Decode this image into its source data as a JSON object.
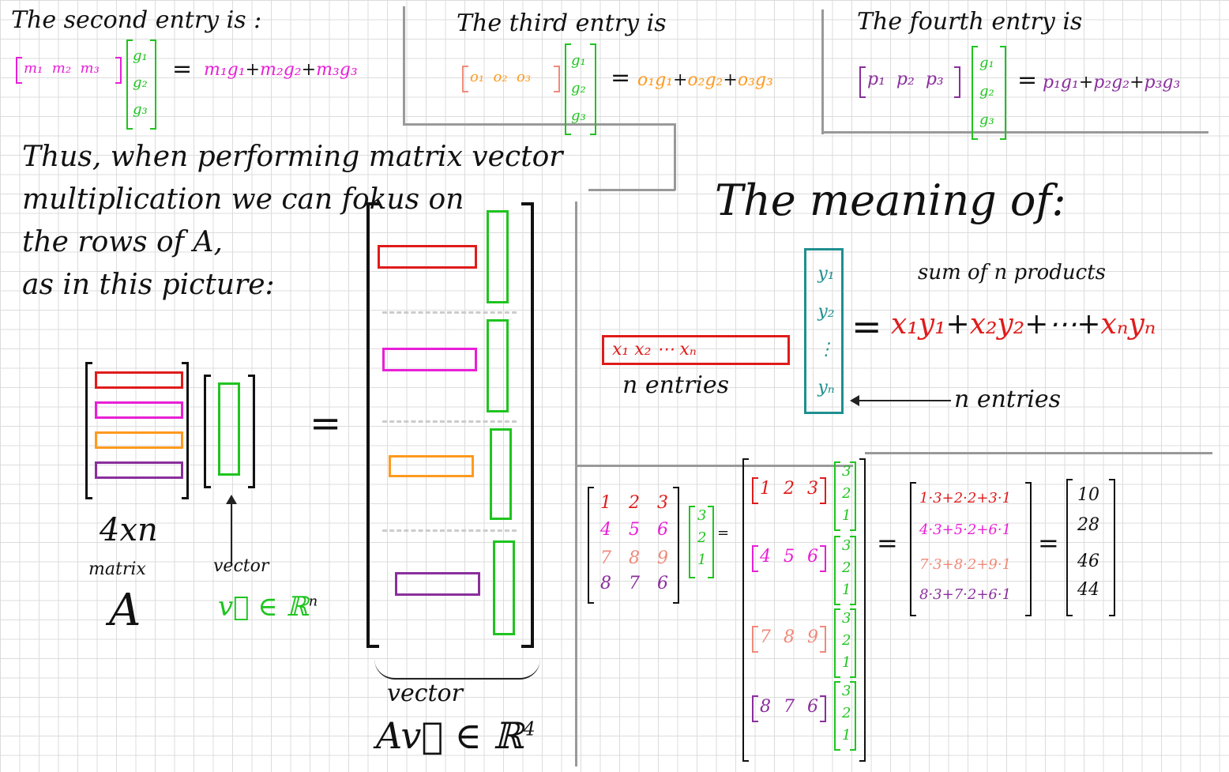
{
  "headings": {
    "second_entry": "The second entry is :",
    "third_entry": "The third entry is",
    "fourth_entry": "The fourth entry is",
    "meaning_of": "The meaning of:"
  },
  "entries": {
    "second": {
      "row": [
        "m₁",
        "m₂",
        "m₃"
      ],
      "col": [
        "g₁",
        "g₂",
        "g₃"
      ],
      "terms": [
        "m₁g₁",
        "m₂g₂",
        "m₃g₃"
      ]
    },
    "third": {
      "row": [
        "o₁",
        "o₂",
        "o₃"
      ],
      "col": [
        "g₁",
        "g₂",
        "g₃"
      ],
      "terms": [
        "o₁g₁",
        "o₂g₂",
        "o₃g₃"
      ]
    },
    "fourth": {
      "row": [
        "p₁",
        "p₂",
        "p₃"
      ],
      "col": [
        "g₁",
        "g₂",
        "g₃"
      ],
      "terms": [
        "p₁g₁",
        "p₂g₂",
        "p₃g₃"
      ]
    },
    "equals": "=",
    "plus": "+"
  },
  "explanation": {
    "line1": "Thus, when performing matrix vector",
    "line2": "multiplication we can fokus on",
    "line3": "the rows of A,",
    "line4": "as in this picture:"
  },
  "diagram": {
    "equals": "=",
    "matrix_size": "4xn",
    "matrix_word": "matrix",
    "matrix_name": "A",
    "vector_word": "vector",
    "vector_sym": "v⃗ ∈ ℝ",
    "vector_exp": "n",
    "result_word": "vector",
    "result_sym": "Av⃗ ∈ ℝ",
    "result_exp": "4"
  },
  "meaning": {
    "row_entries": "x₁  x₂  ⋯ xₙ",
    "row_caption": "n entries",
    "col_entries": [
      "y₁",
      "y₂",
      "⋮",
      "yₙ"
    ],
    "col_caption": "n entries",
    "sum_caption": "sum of n products",
    "sum_terms": [
      "x₁y₁",
      "x₂y₂",
      "⋯",
      "xₙyₙ"
    ],
    "equals": "=",
    "plus": "+"
  },
  "example": {
    "matrix": [
      [
        "1",
        "2",
        "3"
      ],
      [
        "4",
        "5",
        "6"
      ],
      [
        "7",
        "8",
        "9"
      ],
      [
        "8",
        "7",
        "6"
      ]
    ],
    "vector": [
      "3",
      "2",
      "1"
    ],
    "row_products": [
      "1·3+2·2+3·1",
      "4·3+5·2+6·1",
      "7·3+8·2+9·1",
      "8·3+7·2+6·1"
    ],
    "result": [
      "10",
      "28",
      "46",
      "44"
    ],
    "equals": "="
  },
  "colors": {
    "row1": "#e01b1b",
    "row2": "#e91fd6",
    "row3": "#ff9a1e",
    "row4": "#8a2f9c",
    "vector": "#1fc41f",
    "row3_example": "#f08a7a",
    "column_frame": "#1f8f8f"
  }
}
